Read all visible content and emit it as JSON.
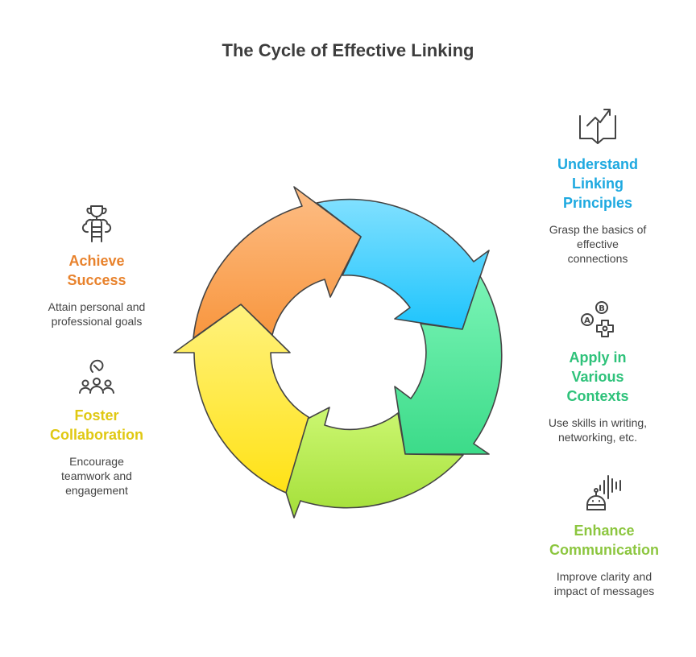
{
  "title": "The Cycle of Effective Linking",
  "steps": [
    {
      "heading_lines": [
        "Understand",
        "Linking",
        "Principles"
      ],
      "description_lines": [
        "Grasp the basics of",
        "effective",
        "connections"
      ],
      "icon": "book-trend-icon",
      "color": "#1ea9e0"
    },
    {
      "heading_lines": [
        "Apply in",
        "Various",
        "Contexts"
      ],
      "description_lines": [
        "Use skills in writing,",
        "networking, etc."
      ],
      "icon": "gamepad-ab-icon",
      "color": "#2ec27a"
    },
    {
      "heading_lines": [
        "Enhance",
        "Communication"
      ],
      "description_lines": [
        "Improve clarity and",
        "impact of messages"
      ],
      "icon": "robot-voice-icon",
      "color": "#8cc63f"
    },
    {
      "heading_lines": [
        "Foster",
        "Collaboration"
      ],
      "description_lines": [
        "Encourage",
        "teamwork and",
        "engagement"
      ],
      "icon": "team-icon",
      "color": "#e0c812"
    },
    {
      "heading_lines": [
        "Achieve",
        "Success"
      ],
      "description_lines": [
        "Attain personal and",
        "professional goals"
      ],
      "icon": "trophy-ladder-icon",
      "color": "#e8822c"
    }
  ]
}
